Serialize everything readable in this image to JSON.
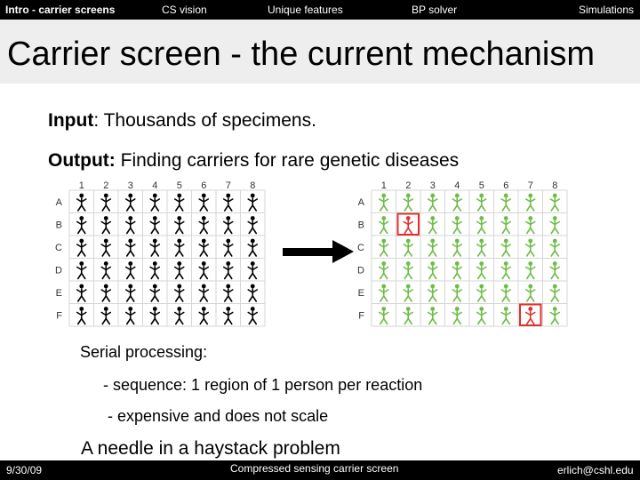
{
  "nav": {
    "items": [
      "Intro - carrier screens",
      "CS vision",
      "Unique features",
      "BP solver",
      "Simulations"
    ]
  },
  "slide": {
    "title": "Carrier screen - the current mechanism",
    "input_label": "Input",
    "input_text": ": Thousands of specimens.",
    "output_label": "Output:",
    "output_text": " Finding carriers for rare genetic diseases",
    "serial": "Serial processing:",
    "bullet1": "- sequence: 1 region of 1 person per reaction",
    "bullet2": "- expensive and does not scale",
    "needle": "A needle in a haystack problem"
  },
  "grid": {
    "columns": [
      "1",
      "2",
      "3",
      "4",
      "5",
      "6",
      "7",
      "8"
    ],
    "rows": [
      "A",
      "B",
      "C",
      "D",
      "E",
      "F"
    ],
    "left_color": "#000000",
    "right_color": "#6cbd45",
    "carrier_color": "#e0302b",
    "carriers": [
      {
        "row": "B",
        "col": "2"
      },
      {
        "row": "F",
        "col": "7"
      }
    ]
  },
  "footer": {
    "date": "9/30/09",
    "center": "Compressed sensing carrier screen",
    "email": "erlich@cshl.edu"
  }
}
